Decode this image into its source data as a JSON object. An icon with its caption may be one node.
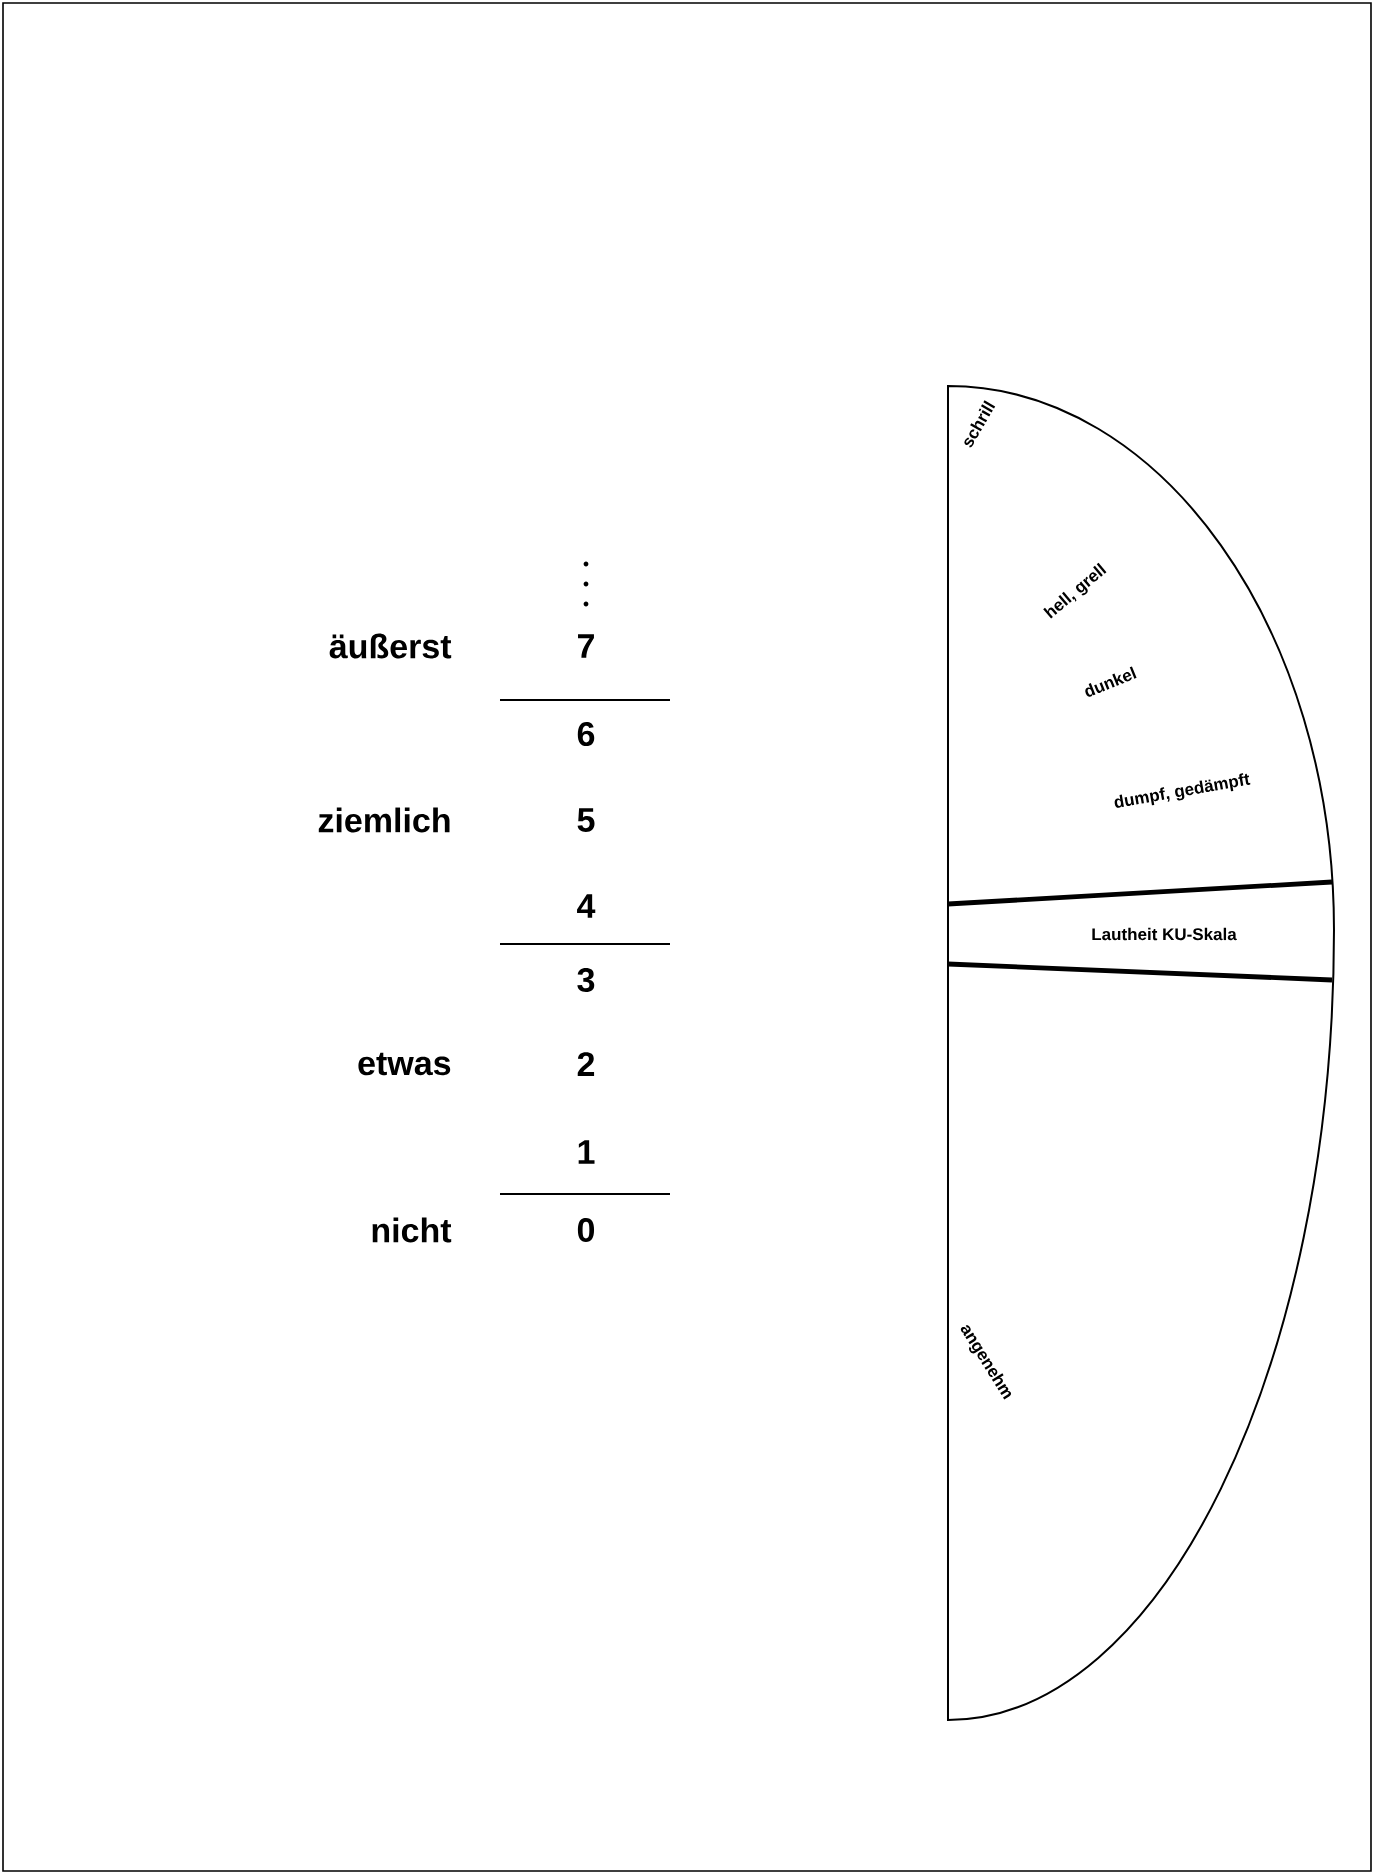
{
  "diagram": {
    "labels": [
      "äußerst",
      "7",
      "6",
      "ziemlich",
      "5",
      "4",
      "3",
      "etwas",
      "2",
      "1",
      "nicht",
      "0",
      "schrill",
      "hell, grell",
      "dunkel",
      "dumpf, gedämpft",
      "Lautheit KU-Skala",
      "angenehm"
    ]
  }
}
